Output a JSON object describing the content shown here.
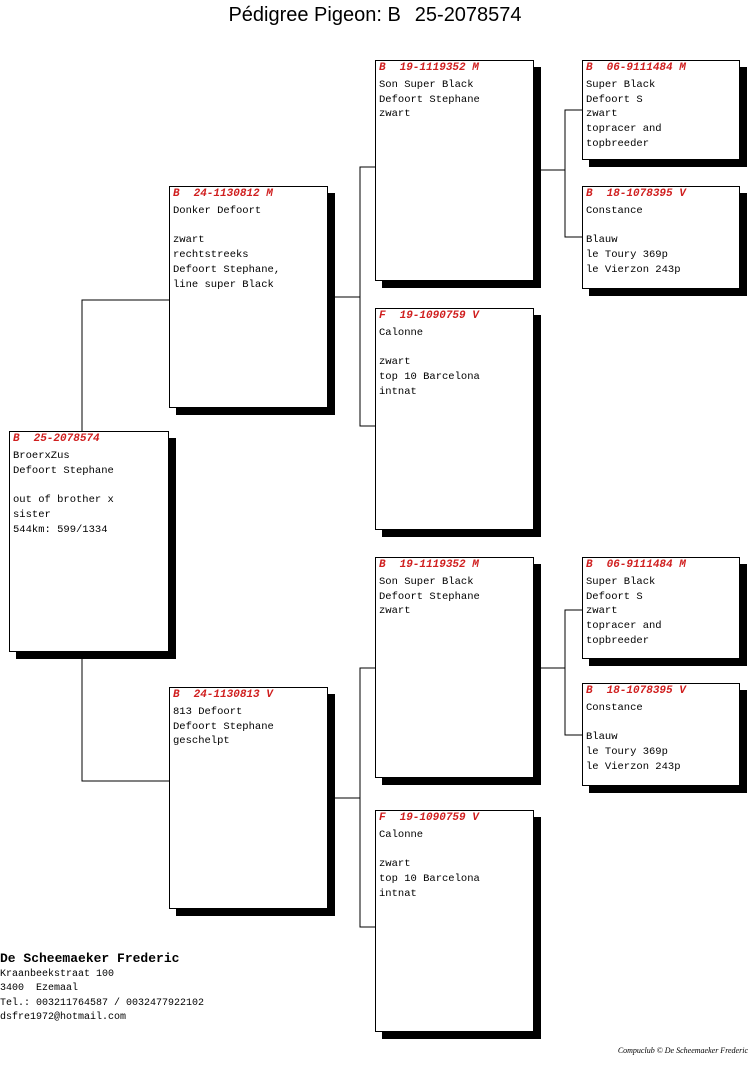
{
  "page": {
    "title": "Pédigree Pigeon: B",
    "title_ring": "25-2078574"
  },
  "pigeons": {
    "subject": {
      "prefix": "B",
      "ring": "25-2078574",
      "lines": [
        "BroerxZus",
        "Defoort Stephane",
        "",
        "out of brother x",
        "sister",
        "544km: 599/1334"
      ]
    },
    "father": {
      "prefix": "B",
      "ring": "24-1130812 M",
      "lines": [
        "Donker Defoort",
        "",
        "zwart",
        "rechtstreeks",
        "Defoort Stephane,",
        "line super Black"
      ]
    },
    "mother": {
      "prefix": "B",
      "ring": "24-1130813 V",
      "lines": [
        "813 Defoort",
        "Defoort Stephane",
        "geschelpt"
      ]
    },
    "ff": {
      "prefix": "B",
      "ring": "19-1119352 M",
      "lines": [
        "Son Super Black",
        "Defoort Stephane",
        "zwart"
      ]
    },
    "fm": {
      "prefix": "F",
      "ring": "19-1090759 V",
      "lines": [
        "Calonne",
        "",
        "zwart",
        "top 10 Barcelona",
        "intnat"
      ]
    },
    "mf": {
      "prefix": "B",
      "ring": "19-1119352 M",
      "lines": [
        "Son Super Black",
        "Defoort Stephane",
        "zwart"
      ]
    },
    "mm": {
      "prefix": "F",
      "ring": "19-1090759 V",
      "lines": [
        "Calonne",
        "",
        "zwart",
        "top 10 Barcelona",
        "intnat"
      ]
    },
    "fff": {
      "prefix": "B",
      "ring": "06-9111484 M",
      "lines": [
        "Super Black",
        "Defoort S",
        "zwart",
        "topracer and",
        "topbreeder"
      ]
    },
    "ffm": {
      "prefix": "B",
      "ring": "18-1078395 V",
      "lines": [
        "Constance",
        "",
        "Blauw",
        "le Toury 369p",
        "le Vierzon 243p"
      ]
    },
    "mff": {
      "prefix": "B",
      "ring": "06-9111484 M",
      "lines": [
        "Super Black",
        "Defoort S",
        "zwart",
        "topracer and",
        "topbreeder"
      ]
    },
    "mfm": {
      "prefix": "B",
      "ring": "18-1078395 V",
      "lines": [
        "Constance",
        "",
        "Blauw",
        "le Toury 369p",
        "le Vierzon 243p"
      ]
    }
  },
  "breeder": {
    "name": "De Scheemaeker Frederic",
    "address": "Kraanbeekstraat 100",
    "city": "3400  Ezemaal",
    "phone": "Tel.: 003211764587 / 0032477922102",
    "email": "dsfre1972@hotmail.com"
  },
  "footer": {
    "credit": "Compuclub © De Scheemaeker Frederic"
  },
  "colors": {
    "ring_text": "#d01f1f",
    "border": "#000000",
    "shadow": "#000000"
  }
}
